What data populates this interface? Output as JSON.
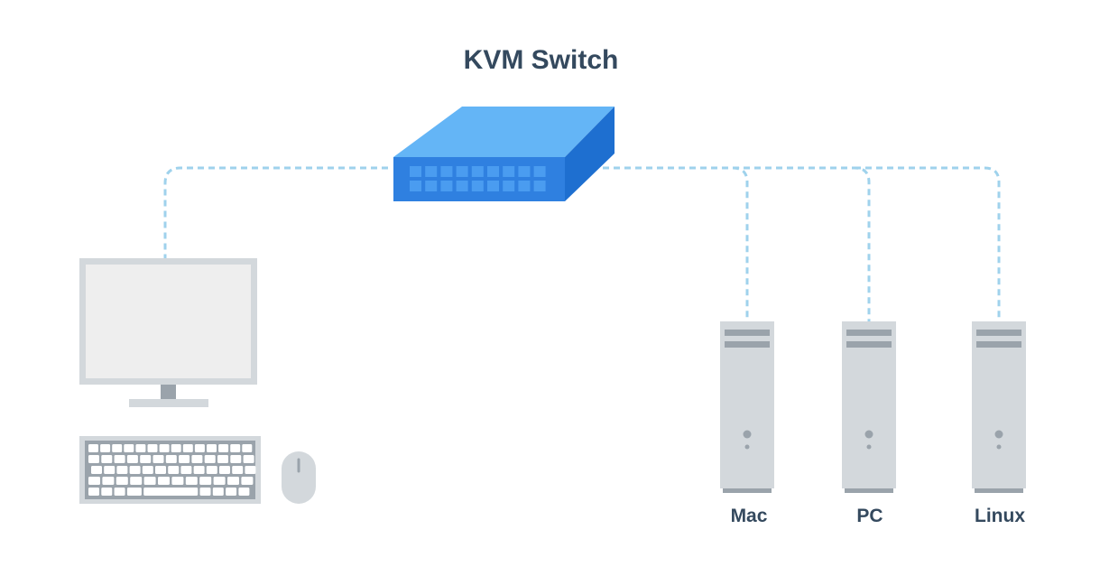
{
  "diagram": {
    "title": "KVM Switch",
    "computers": [
      {
        "label": "Mac"
      },
      {
        "label": "PC"
      },
      {
        "label": "Linux"
      }
    ]
  },
  "colors": {
    "switch_top": "#64b5f6",
    "switch_front": "#2f80e0",
    "switch_side": "#1e6fd0",
    "switch_port": "#4a9cf0",
    "cable": "#9fd2ec",
    "device_gray": "#d3d8dc",
    "device_dark": "#9aa3ab",
    "text": "#34495e"
  }
}
